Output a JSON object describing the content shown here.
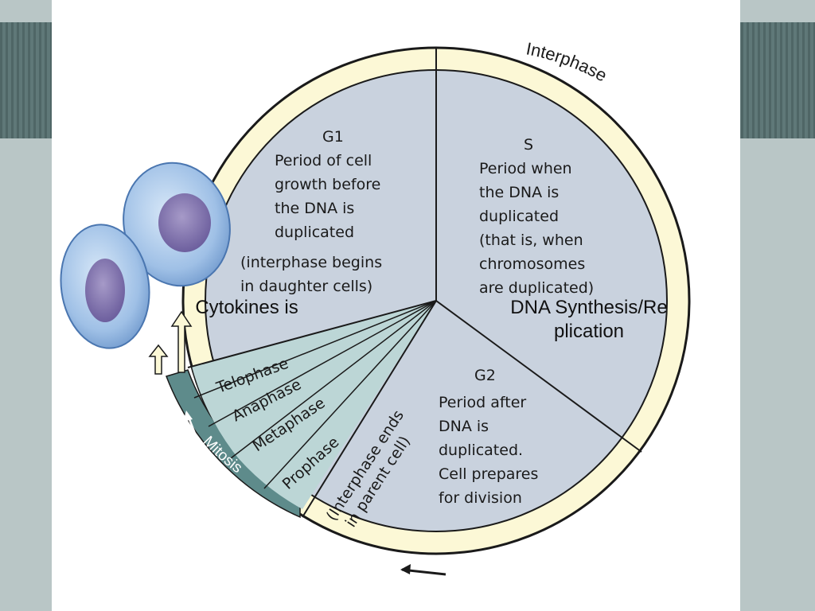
{
  "ring": {
    "interphase": "Interphase",
    "mitosis": "Mitosis"
  },
  "g1": {
    "title": "G1",
    "lines": [
      "Period of cell",
      "growth before",
      "the DNA is",
      "duplicated"
    ],
    "note": [
      "(interphase begins",
      "in daughter cells)"
    ]
  },
  "s": {
    "title": "S",
    "lines": [
      "Period when",
      "the DNA is",
      "duplicated",
      "(that is, when",
      "chromosomes",
      "are duplicated)"
    ]
  },
  "g2": {
    "title": "G2",
    "lines": [
      "Period after",
      "DNA is",
      "duplicated.",
      "Cell prepares",
      "for division"
    ]
  },
  "phases": [
    "Telophase",
    "Anaphase",
    "Metaphase",
    "Prophase"
  ],
  "interphase_ends": [
    "(Interphase ends",
    "in parent cell)"
  ],
  "overlay": {
    "dna_synthesis": "DNA Synthesis/Re plication",
    "cytokinesis": "Cytokines is"
  },
  "colors": {
    "sector": "#c9d2de",
    "ring": "#fcf8d6",
    "mitosis_band": "#5e8b8b",
    "phase_wedge": "#bcd6d6",
    "cell": "#a9c7ea",
    "nucleus": "#8d80b6"
  }
}
